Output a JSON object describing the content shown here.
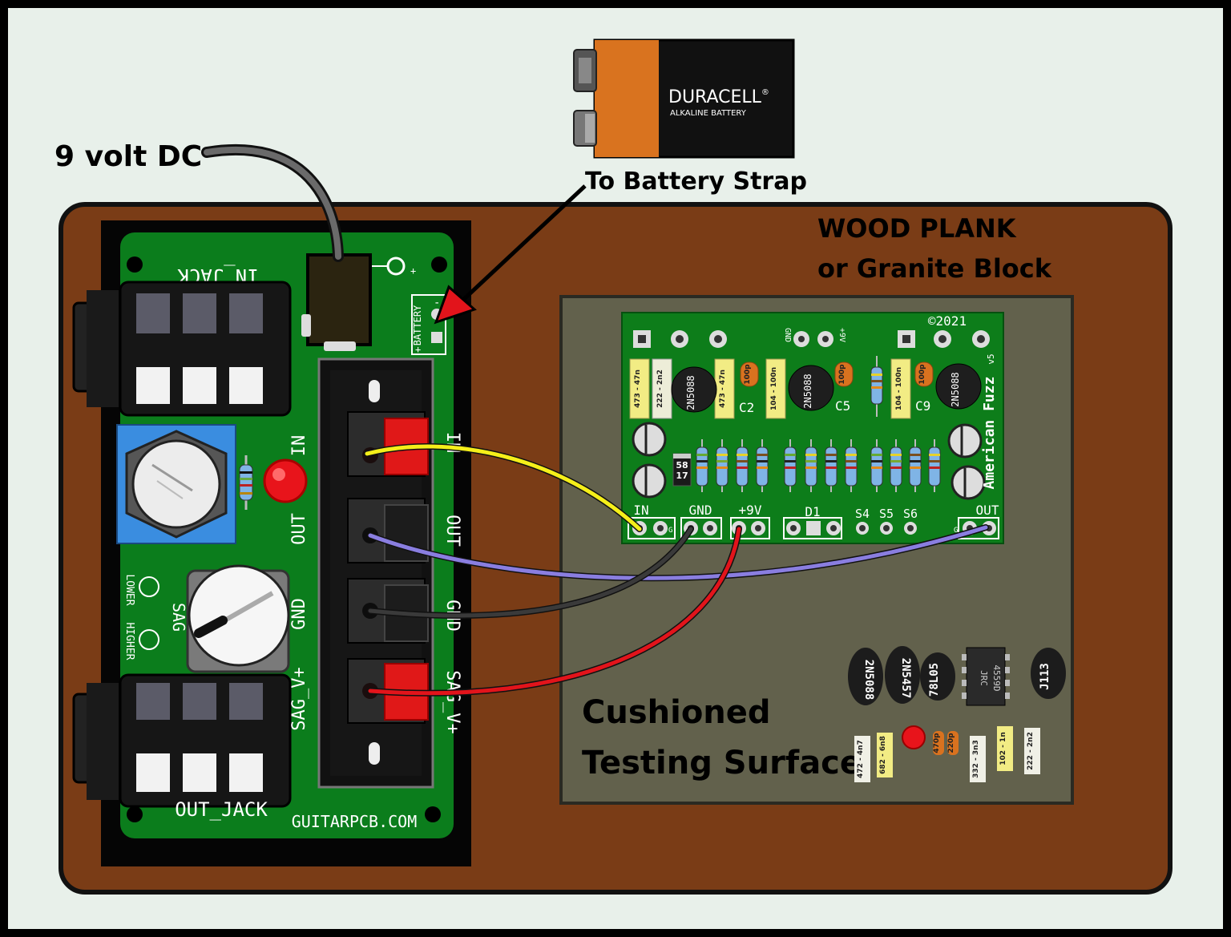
{
  "labels": {
    "dc_input": "9 volt DC",
    "battery_note": "To Battery Strap",
    "plank_line1": "WOOD PLANK",
    "plank_line2": "or Granite Block",
    "surface_line1": "Cushioned",
    "surface_line2": "Testing Surface"
  },
  "battery": {
    "brand": "DURACELL",
    "registered": "®",
    "subtitle": "ALKALINE BATTERY"
  },
  "tester_board": {
    "in_jack_label": "IN_JACK",
    "out_jack_label": "OUT_JACK",
    "website": "GUITARPCB.COM",
    "battery_header": "BATTERY",
    "battery_plus": "+",
    "battery_minus": "-",
    "dc_plus": "+",
    "sag_label": "SAG",
    "sag_lower": "LOWER",
    "sag_higher": "HIGHER",
    "terminal_left": [
      "IN",
      "OUT",
      "GND",
      "SAG_V+"
    ],
    "terminal_right": [
      "IN",
      "OUT",
      "GND",
      "SAG_V+"
    ]
  },
  "fuzz_board": {
    "copyright": "©2021",
    "name": "American Fuzz",
    "version": "v5",
    "pad_gnd": "GND",
    "pad_9v": "+9V",
    "pads": [
      "IN",
      "GND",
      "+9V",
      "D1",
      "S4",
      "S5",
      "S6",
      "OUT"
    ],
    "ground_marks": [
      "G",
      "G"
    ],
    "film_caps": [
      "473 - 47n",
      "222 - 2n2",
      "473 - 47n",
      "104 - 100n",
      "104 - 100n"
    ],
    "ceramic_caps": [
      "100p",
      "100p",
      "100p"
    ],
    "cap_refs": [
      "C2",
      "C5",
      "C9"
    ],
    "transistors": [
      "2N5088",
      "2N5088",
      "2N5088"
    ],
    "diode": [
      "58",
      "17"
    ]
  },
  "parts_tray": {
    "transistors": [
      "2N5088",
      "2N5457",
      "78L05",
      "J113"
    ],
    "ic": [
      "4559D",
      "JRC"
    ],
    "caps": [
      "472 - 4n7",
      "682 - 6n8",
      "332 - 3n3",
      "102 - 1n",
      "222 - 2n2"
    ],
    "tantalum_labels": [
      "470p",
      "220p"
    ]
  },
  "colors": {
    "outer_bg": "#e8f0ea",
    "plank": "#7a3c16",
    "surface": "#62614c",
    "pcb": "#0b7d1c",
    "wire_yellow": "#f5ef1a",
    "wire_purple": "#8a7ee0",
    "wire_black": "#2a2a2a",
    "wire_red": "#e2141b"
  }
}
